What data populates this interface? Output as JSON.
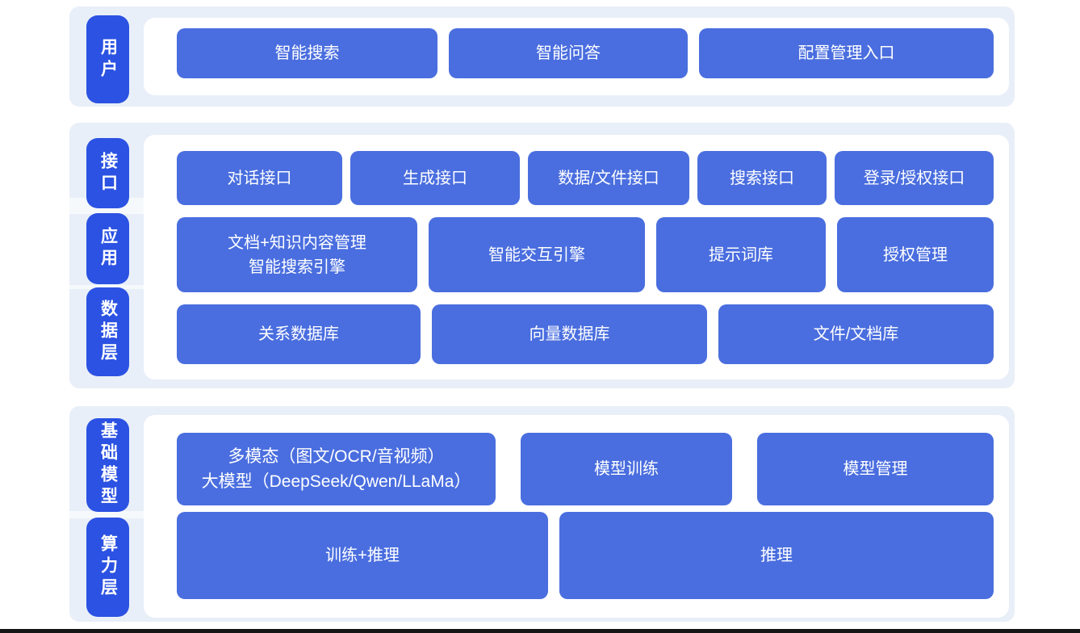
{
  "colors": {
    "panel_bg": "#e9eff8",
    "pill_blue": "#2b52e2",
    "box_blue": "#4a6edf",
    "container_bg": "#ffffff",
    "text": "#ffffff",
    "bottom_bar": "#161616"
  },
  "architecture": {
    "groups": [
      {
        "pills": [
          {
            "label": "用户"
          }
        ],
        "rows": [
          {
            "boxes": [
              {
                "lines": [
                  "智能搜索"
                ]
              },
              {
                "lines": [
                  "智能问答"
                ]
              },
              {
                "lines": [
                  "配置管理入口"
                ]
              }
            ]
          }
        ]
      },
      {
        "pills": [
          {
            "label": "接口"
          },
          {
            "label": "应用"
          },
          {
            "label": "数据层"
          }
        ],
        "rows": [
          {
            "boxes": [
              {
                "lines": [
                  "对话接口"
                ]
              },
              {
                "lines": [
                  "生成接口"
                ]
              },
              {
                "lines": [
                  "数据/文件接口"
                ]
              },
              {
                "lines": [
                  "搜索接口"
                ]
              },
              {
                "lines": [
                  "登录/授权接口"
                ]
              }
            ]
          },
          {
            "boxes": [
              {
                "lines": [
                  "文档+知识内容管理",
                  "智能搜索引擎"
                ]
              },
              {
                "lines": [
                  "智能交互引擎"
                ]
              },
              {
                "lines": [
                  "提示词库"
                ]
              },
              {
                "lines": [
                  "授权管理"
                ]
              }
            ]
          },
          {
            "boxes": [
              {
                "lines": [
                  "关系数据库"
                ]
              },
              {
                "lines": [
                  "向量数据库"
                ]
              },
              {
                "lines": [
                  "文件/文档库"
                ]
              }
            ]
          }
        ]
      },
      {
        "pills": [
          {
            "label": "基础模型"
          },
          {
            "label": "算力层"
          }
        ],
        "rows": [
          {
            "boxes": [
              {
                "lines": [
                  "多模态（图文/OCR/音视频）",
                  "大模型（DeepSeek/Qwen/LLaMa）"
                ]
              },
              {
                "lines": [
                  "模型训练"
                ]
              },
              {
                "lines": [
                  "模型管理"
                ]
              }
            ]
          },
          {
            "boxes": [
              {
                "lines": [
                  "训练+推理"
                ]
              },
              {
                "lines": [
                  "推理"
                ]
              }
            ]
          }
        ]
      }
    ]
  }
}
